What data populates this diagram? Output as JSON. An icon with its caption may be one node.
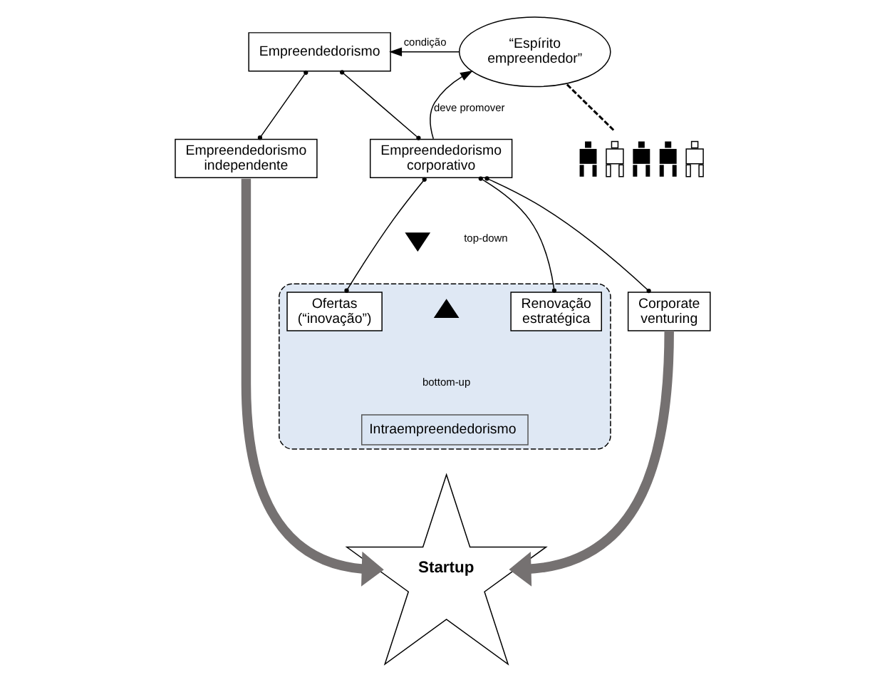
{
  "diagram": {
    "nodes": [
      {
        "text": [
          "Empreendedorismo"
        ]
      },
      {
        "text": [
          "“Espírito empreendedor”"
        ]
      },
      {
        "text": [
          "Empreendedorismo independente"
        ]
      },
      {
        "text": [
          "Empreendedorismo corporativo"
        ]
      },
      {
        "text": [],
        "shape": "person"
      },
      {
        "text": [
          "Intraempreendedorismo"
        ]
      },
      {
        "text": [
          "Ofertas (“inovação”)"
        ],
        "in": 5
      },
      {
        "text": [
          "Renovação estratégica"
        ],
        "in": 5
      },
      {
        "text": [
          "Corporate venturing"
        ]
      },
      {
        "text": [
          "Startup"
        ]
      }
    ],
    "edges": [
      {
        "from": 0,
        "to": 2,
        "arrow": "other"
      },
      {
        "from": 0,
        "to": 3,
        "arrow": "other"
      },
      {
        "from": 1,
        "to": 0,
        "arrow": "to",
        "label": "condição"
      },
      {
        "from": 3,
        "to": 1,
        "arrow": "to",
        "label": "deve promover"
      },
      {
        "from": 4,
        "to": 1,
        "arrow": "none",
        "style": "dashed"
      },
      {
        "from": 3,
        "to": 6,
        "arrow": "other"
      },
      {
        "from": 3,
        "to": 7,
        "arrow": "other"
      },
      {
        "from": 3,
        "to": 8,
        "arrow": "other"
      },
      {
        "from": 2,
        "to": 9,
        "arrow": "to",
        "style": "thick",
        "color": "#757171"
      },
      {
        "from": 8,
        "to": 9,
        "arrow": "to",
        "style": "thick",
        "color": "#757171"
      }
    ],
    "labels": [
      "top-down",
      "bottom-up"
    ]
  }
}
